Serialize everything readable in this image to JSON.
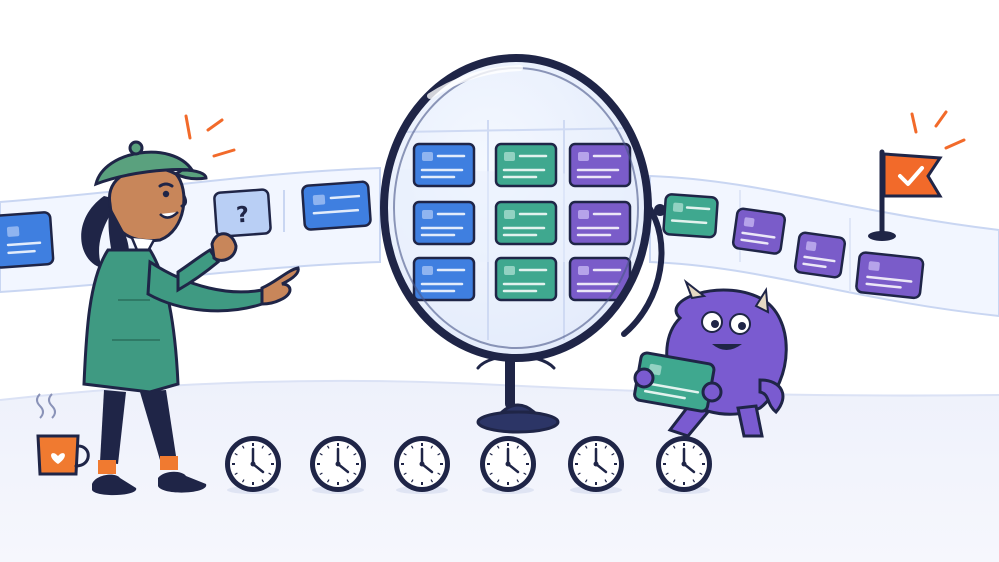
{
  "scene": {
    "question_ticket_glyph": "?",
    "flag_glyph": "checkmark-icon",
    "mug_glyph": "heart-icon"
  },
  "colors": {
    "blue_ticket": "#3f7fe0",
    "green_ticket": "#3fa88f",
    "purple_ticket": "#7a5cc9",
    "question_ticket": "#b9cff5",
    "magnifier_frame": "#1f2547",
    "flag": "#f26a2a",
    "mug": "#f07a30",
    "monster": "#7a5bd0",
    "coat": "#3f9a82",
    "hat": "#5aa17e"
  },
  "belt_tickets_left": [
    "blue",
    "question",
    "blue"
  ],
  "lens_grid": [
    [
      "blue",
      "green",
      "purple"
    ],
    [
      "blue",
      "green",
      "purple"
    ],
    [
      "blue",
      "green",
      "purple"
    ]
  ],
  "belt_tickets_right": [
    "green",
    "purple",
    "purple",
    "purple"
  ],
  "clock_count": 6
}
